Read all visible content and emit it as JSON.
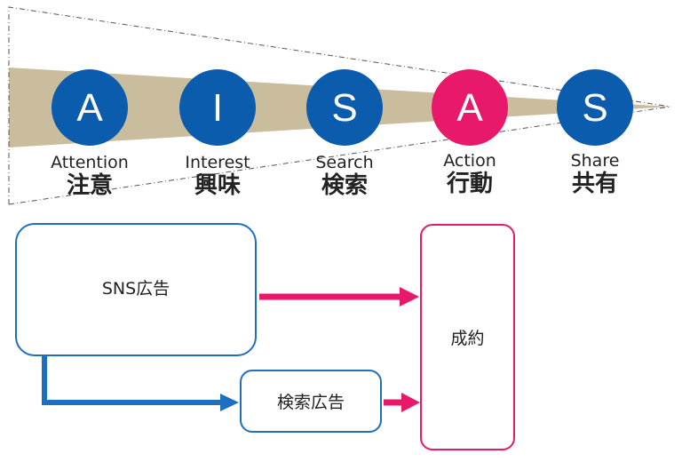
{
  "colors": {
    "blue": "#0b5cad",
    "pink": "#e8196a",
    "funnel": "#c9bd9d",
    "box_border_blue": "#1f6fbf",
    "box_border_pink": "#e8196a"
  },
  "stages": [
    {
      "letter": "A",
      "en": "Attention",
      "jp": "注意",
      "highlight": false
    },
    {
      "letter": "I",
      "en": "Interest",
      "jp": "興味",
      "highlight": false
    },
    {
      "letter": "S",
      "en": "Search",
      "jp": "検索",
      "highlight": false
    },
    {
      "letter": "A",
      "en": "Action",
      "jp": "行動",
      "highlight": true
    },
    {
      "letter": "S",
      "en": "Share",
      "jp": "共有",
      "highlight": false
    }
  ],
  "boxes": {
    "sns_ad": "SNS広告",
    "search_ad": "検索広告",
    "conversion": "成約"
  }
}
